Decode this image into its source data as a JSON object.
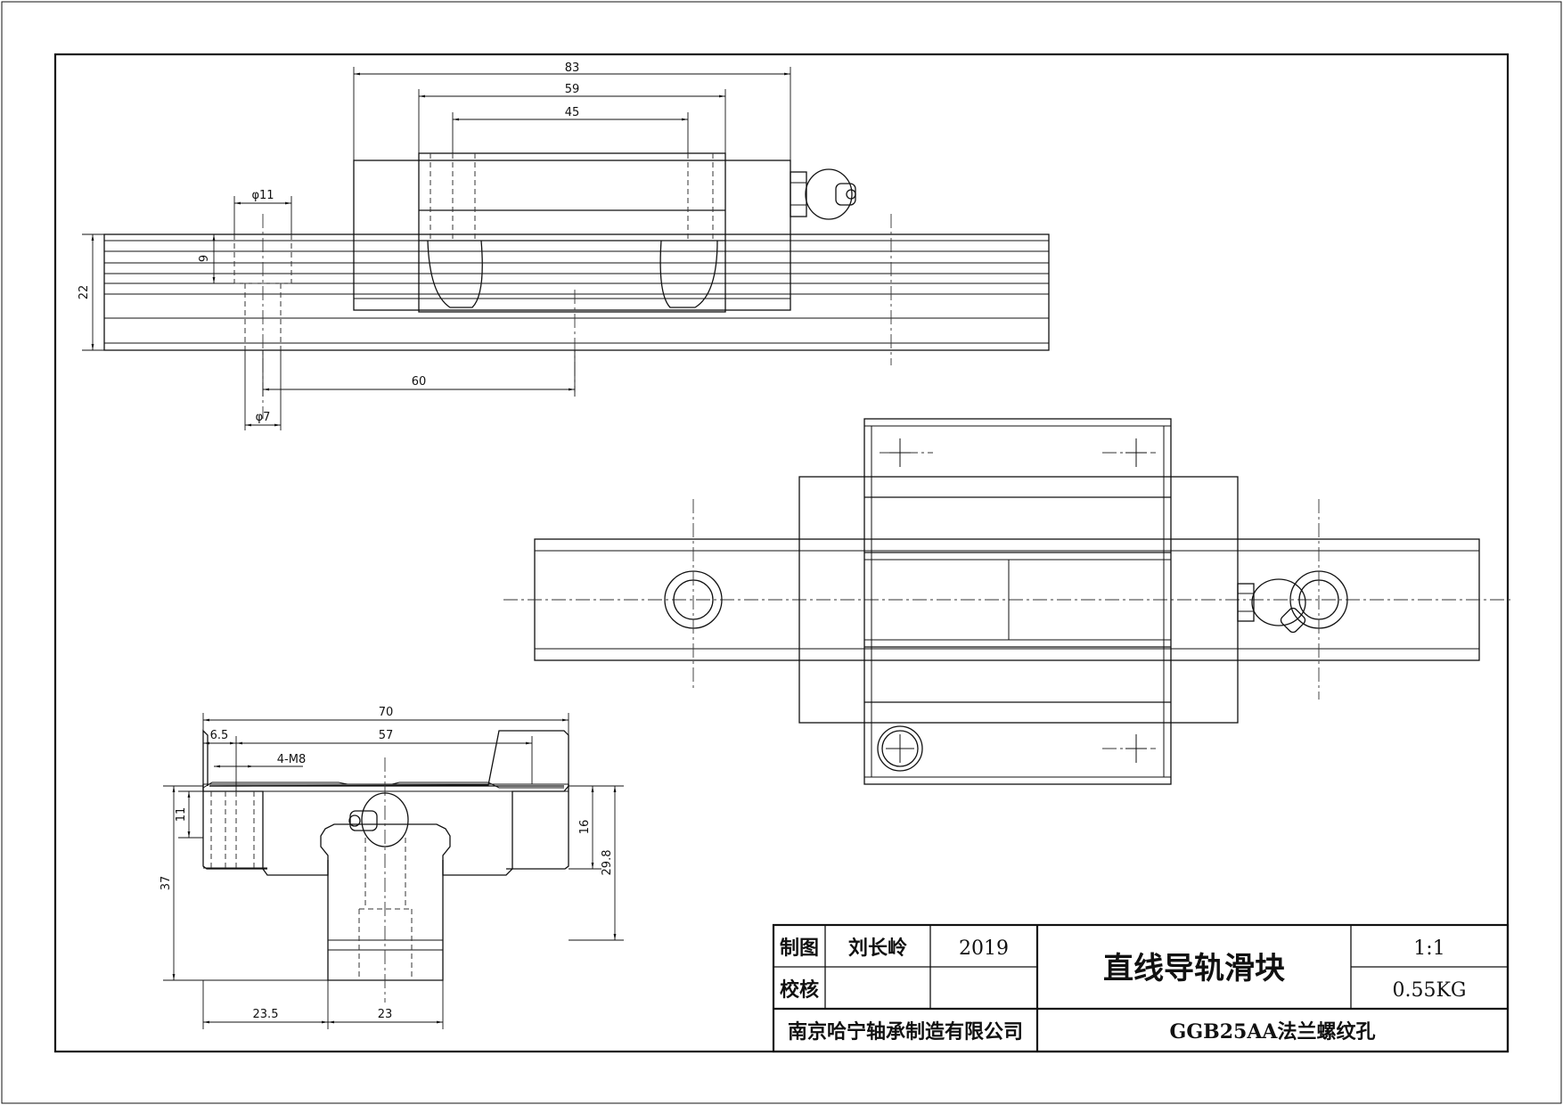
{
  "dimensions": {
    "top_view": {
      "width_83": "83",
      "width_59": "59",
      "width_45": "45",
      "dia_11": "φ11",
      "depth_9": "9",
      "height_22": "22",
      "pitch_60": "60",
      "dia_7": "φ7"
    },
    "front_view": {
      "width_70": "70",
      "offset_6_5": "6.5",
      "width_57": "57",
      "thread_4_m8": "4-M8",
      "depth_11": "11",
      "height_37": "37",
      "height_16": "16",
      "height_29_8": "29.8",
      "offset_23_5": "23.5",
      "rail_23": "23"
    }
  },
  "title_block": {
    "drawn_label": "制图",
    "drawn_by": "刘长岭",
    "year": "2019",
    "check_label": "校核",
    "check_by": "",
    "check_date": "",
    "part_name": "直线导轨滑块",
    "scale": "1:1",
    "weight": "0.55KG",
    "company": "南京哈宁轴承制造有限公司",
    "part_number": "GGB25AA法兰螺纹孔"
  }
}
